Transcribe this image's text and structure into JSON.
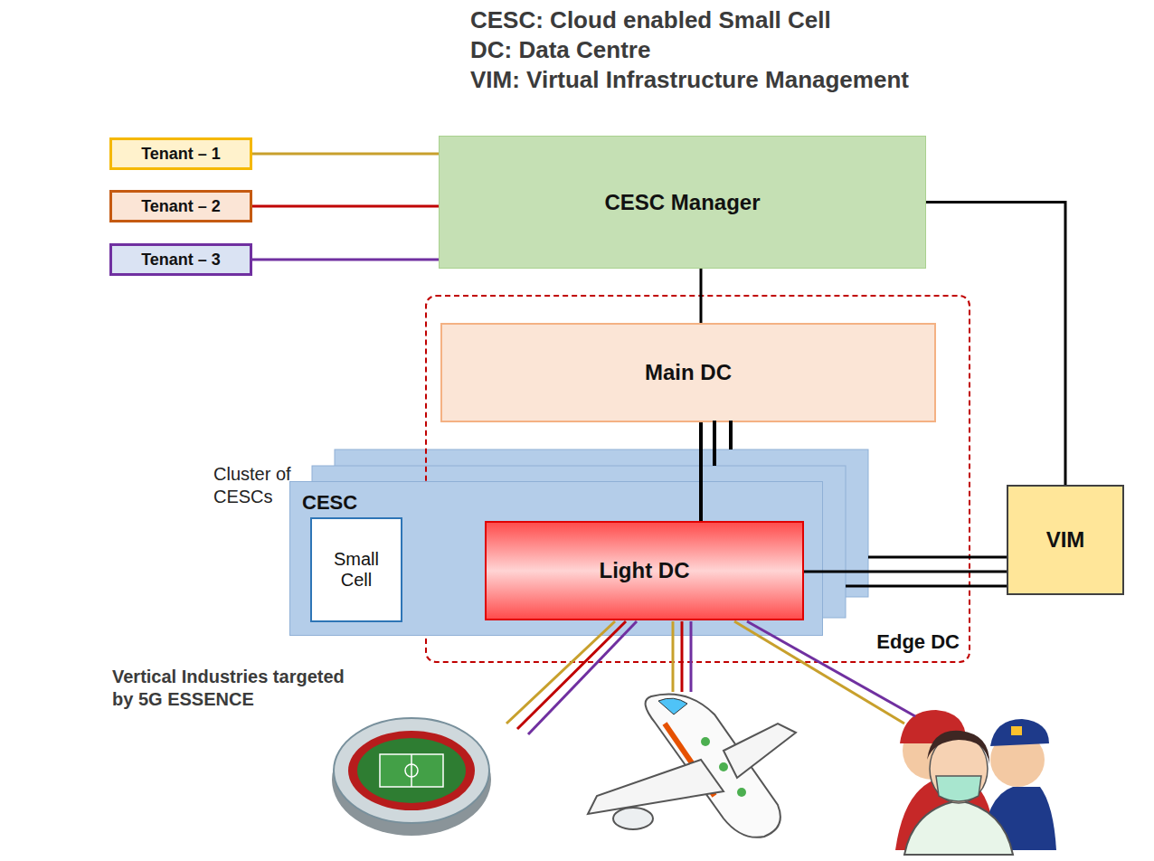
{
  "diagram": {
    "nodes": [
      {
        "text": [
          "Tenant – 1"
        ]
      },
      {
        "text": [
          "Tenant – 2"
        ]
      },
      {
        "text": [
          "Tenant – 3"
        ]
      },
      {
        "text": [
          "CESC Manager"
        ]
      },
      {
        "text": [
          "Edge DC"
        ]
      },
      {
        "text": [
          "Main DC"
        ],
        "in": 4
      },
      {
        "text": [
          "CESC"
        ]
      },
      {
        "text": [
          "Small Cell"
        ],
        "in": 6
      },
      {
        "text": [
          "Light DC"
        ],
        "in": 6
      },
      {
        "text": [
          "VIM"
        ]
      }
    ],
    "edges": [
      {
        "from": 0,
        "to": 3,
        "arrow": "none"
      },
      {
        "from": 1,
        "to": 3,
        "arrow": "none"
      },
      {
        "from": 2,
        "to": 3,
        "arrow": "none"
      },
      {
        "from": 3,
        "to": 5,
        "arrow": "none"
      },
      {
        "from": 3,
        "to": 9,
        "arrow": "none"
      },
      {
        "from": 5,
        "to": 8,
        "arrow": "none"
      },
      {
        "from": 8,
        "to": 9,
        "arrow": "none"
      }
    ],
    "labels": [
      "CESC: Cloud enabled Small Cell",
      "DC: Data Centre",
      "VIM: Virtual Infrastructure Management",
      "Cluster of CESCs",
      "Vertical Industries targeted by 5G ESSENCE"
    ]
  }
}
